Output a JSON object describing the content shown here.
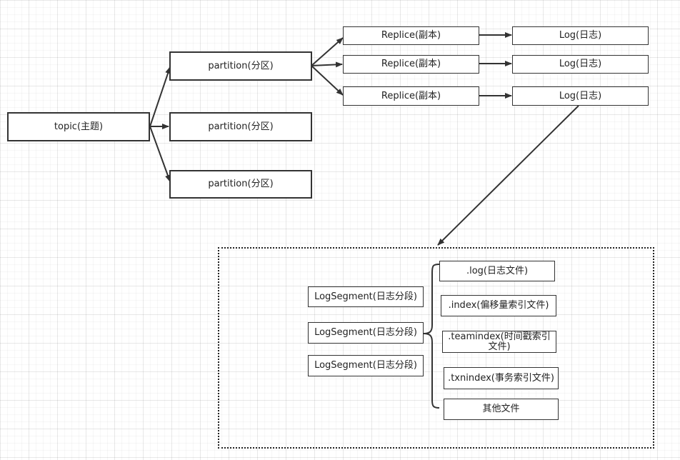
{
  "topic": {
    "label": "topic(主题)"
  },
  "partitions": [
    {
      "label": "partition(分区)"
    },
    {
      "label": "partition(分区)"
    },
    {
      "label": "partition(分区)"
    }
  ],
  "replicas": [
    {
      "label": "Replice(副本)"
    },
    {
      "label": "Replice(副本)"
    },
    {
      "label": "Replice(副本)"
    }
  ],
  "logs": [
    {
      "label": "Log(日志)"
    },
    {
      "label": "Log(日志)"
    },
    {
      "label": "Log(日志)"
    }
  ],
  "segments": [
    {
      "label": "LogSegment(日志分段)"
    },
    {
      "label": "LogSegment(日志分段)"
    },
    {
      "label": "LogSegment(日志分段)"
    }
  ],
  "files": [
    {
      "label": ".log(日志文件)"
    },
    {
      "label": ".index(偏移量索引文件)"
    },
    {
      "label": ".teamindex(时间戳索引文件)"
    },
    {
      "label": ".txnindex(事务索引文件)"
    },
    {
      "label": "其他文件"
    }
  ]
}
